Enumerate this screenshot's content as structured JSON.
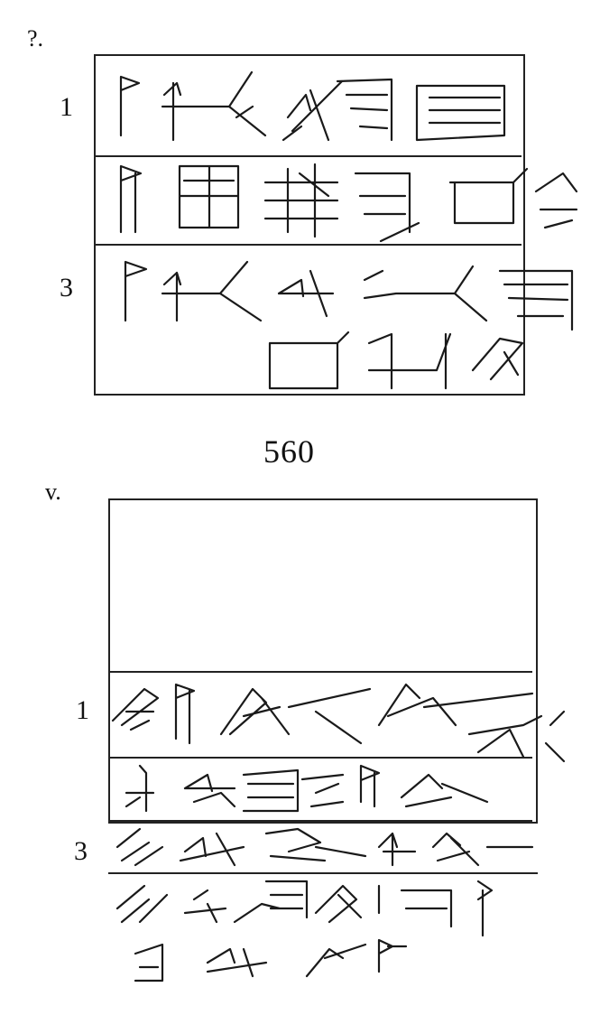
{
  "obverse": {
    "side_label": "?.",
    "line_numbers": [
      "1",
      "3"
    ]
  },
  "catalog_number": "560",
  "reverse": {
    "side_label": "v.",
    "line_numbers": [
      "1",
      "3"
    ]
  }
}
